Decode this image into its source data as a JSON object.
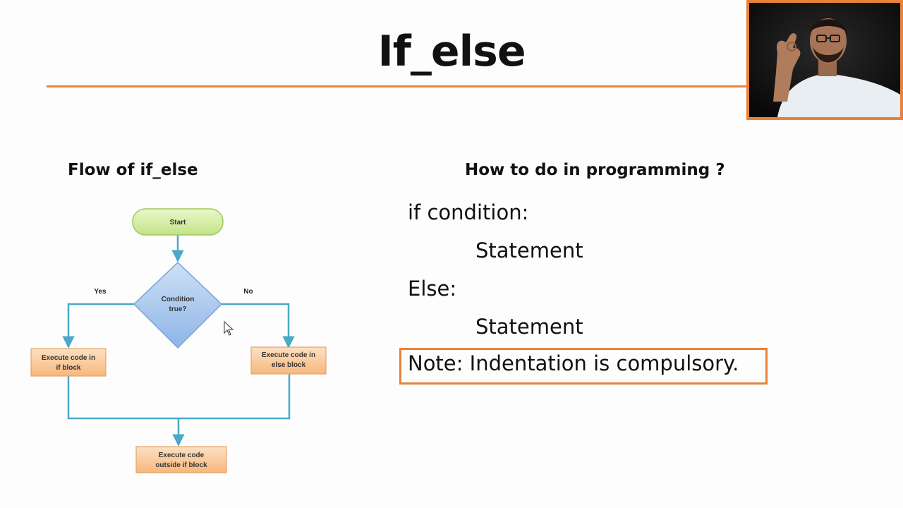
{
  "slide": {
    "title": "If_else",
    "left_heading": "Flow of if_else",
    "right_heading": "How to do in programming ?",
    "code": {
      "line1": "if condition:",
      "line2": "Statement",
      "line3": "Else:",
      "line4": "Statement"
    },
    "note": "Note: Indentation is compulsory."
  },
  "flowchart": {
    "start": "Start",
    "condition_line1": "Condition",
    "condition_line2": "true?",
    "yes": "Yes",
    "no": "No",
    "if_block_line1": "Execute code in",
    "if_block_line2": "if block",
    "else_block_line1": "Execute code in",
    "else_block_line2": "else block",
    "outside_line1": "Execute code",
    "outside_line2": "outside if block"
  },
  "colors": {
    "accent": "#e8823a",
    "start_fill": "#d4eca0",
    "decision_fill": "#a9c8ec",
    "process_fill": "#f9c99a",
    "connector": "#4aa8c8"
  }
}
